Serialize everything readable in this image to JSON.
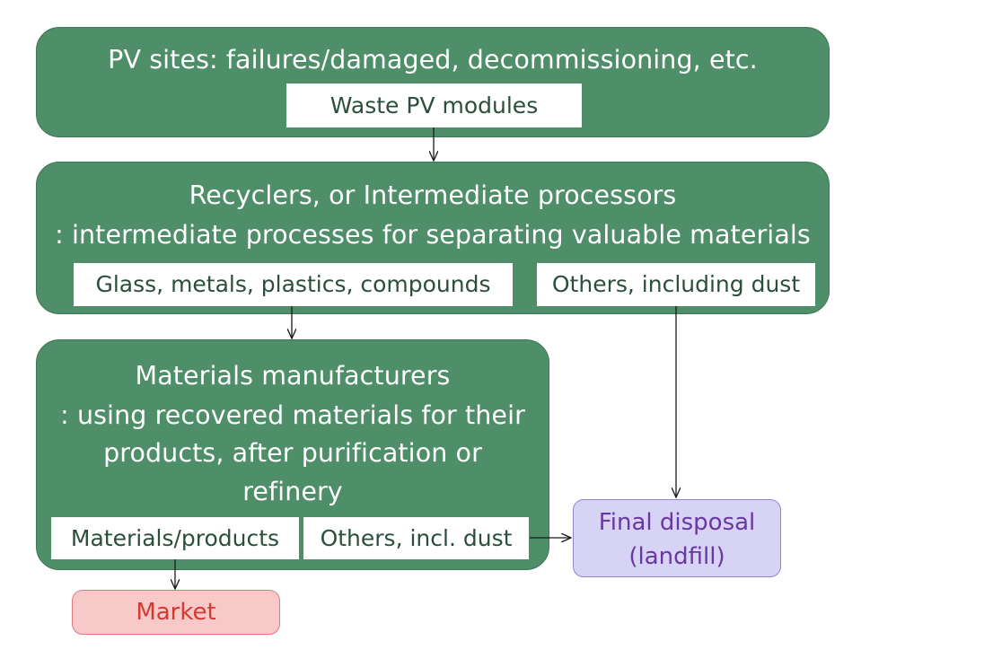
{
  "pv_sites": {
    "title": "PV sites: failures/damaged, decommissioning, etc.",
    "output": "Waste PV modules"
  },
  "recyclers": {
    "title_line1": "Recyclers, or Intermediate processors",
    "title_line2": ": intermediate processes for separating valuable materials",
    "output_materials": "Glass, metals, plastics, compounds",
    "output_others": "Others, including dust"
  },
  "manufacturers": {
    "title_line1": "Materials manufacturers",
    "title_line2": ": using recovered materials for their",
    "title_line3": "products, after purification or",
    "title_line4": "refinery",
    "output_products": "Materials/products",
    "output_others": "Others, incl. dust"
  },
  "final_disposal": {
    "line1": "Final disposal",
    "line2": "(landfill)"
  },
  "market": {
    "label": "Market"
  },
  "colors": {
    "process_box": "#4e8e68",
    "disposal_fill": "#d6d3f5",
    "disposal_text": "#6a37a3",
    "market_fill": "#f7c9c9",
    "market_text": "#d33a32"
  }
}
